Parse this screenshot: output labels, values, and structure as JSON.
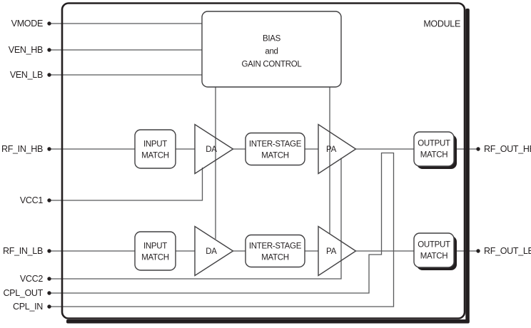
{
  "module": {
    "label": "MODULE"
  },
  "blocks": {
    "bias": {
      "line1": "BIAS",
      "line2": "and",
      "line3": "GAIN CONTROL"
    },
    "input_match": {
      "line1": "INPUT",
      "line2": "MATCH"
    },
    "inter_stage_match": {
      "line1": "INTER-STAGE",
      "line2": "MATCH"
    },
    "output_match": {
      "line1": "OUTPUT",
      "line2": "MATCH"
    },
    "driver_amp": {
      "label": "DA"
    },
    "power_amp": {
      "label": "PA"
    }
  },
  "pins": {
    "left": [
      {
        "label": "VMODE"
      },
      {
        "label": "VEN_HB"
      },
      {
        "label": "VEN_LB"
      },
      {
        "label": "RF_IN_HB"
      },
      {
        "label": "VCC1"
      },
      {
        "label": "RF_IN_LB"
      },
      {
        "label": "VCC2"
      },
      {
        "label": "CPL_OUT"
      },
      {
        "label": "CPL_IN"
      }
    ],
    "right": [
      {
        "label": "RF_OUT_HB"
      },
      {
        "label": "RF_OUT_LB"
      }
    ]
  },
  "colors": {
    "background": "#ffffff",
    "wire": "#58595b",
    "block_border": "#414042",
    "module_border": "#231f20",
    "text": "#231f20"
  }
}
